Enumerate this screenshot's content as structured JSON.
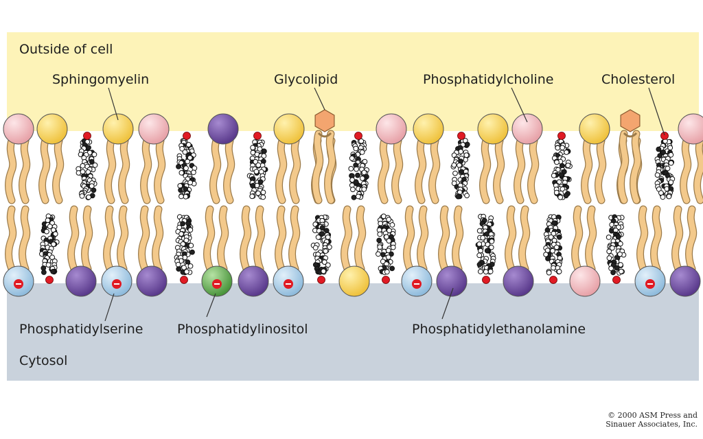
{
  "regions": {
    "outside": "Outside of cell",
    "cytosol": "Cytosol"
  },
  "labels": {
    "sphingomyelin": "Sphingomyelin",
    "glycolipid": "Glycolipid",
    "phosphatidylcholine": "Phosphatidylcholine",
    "cholesterol": "Cholesterol",
    "phosphatidylserine": "Phosphatidylserine",
    "phosphatidylinositol": "Phosphatidylinositol",
    "phosphatidylethanolamine": "Phosphatidylethanolamine"
  },
  "credit": {
    "line1": "© 2000 ASM Press and",
    "line2": "Sinauer Associates, Inc."
  },
  "colors": {
    "outside": "#fdf3b8",
    "cytosol": "#c9d2dc",
    "tail": "#f3c98b",
    "tail_stroke": "#9a7a4a",
    "sphingomyelin": "#f8d25d",
    "phosphatidylcholine": "#f1b9bd",
    "phosphatidylserine": "#a9cde6",
    "phosphatidylinositol": "#6fb35a",
    "phosphatidylethanolamine": "#7a55a8",
    "glycolipid": "#f3a56f",
    "cholesterol_oh": "#e01b24"
  }
}
